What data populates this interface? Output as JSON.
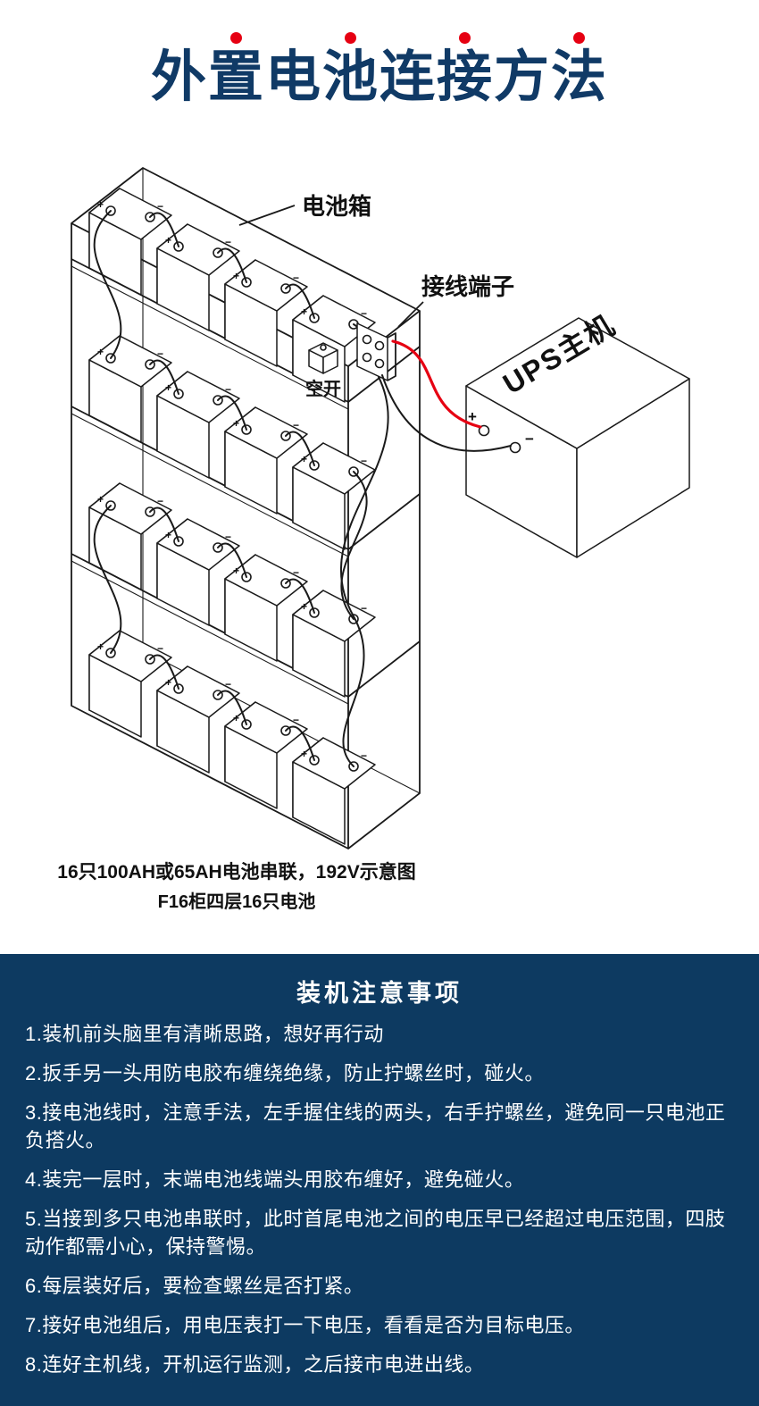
{
  "colors": {
    "navy": "#0d3a61",
    "title_navy": "#103a66",
    "red": "#e60012",
    "line": "#1a1a1a"
  },
  "title": {
    "text": "外置电池连接方法",
    "emphasis_dot_count": 4
  },
  "diagram": {
    "labels": {
      "battery_box": "电池箱",
      "terminal_block": "接线端子",
      "breaker": "空开",
      "ups": "UPS主机",
      "plus": "+",
      "minus": "−"
    },
    "battery_rows": 4,
    "batteries_per_row": 4,
    "caption_line1": "16只100AH或65AH电池串联，192V示意图",
    "caption_line2": "F16柜四层16只电池"
  },
  "notes": {
    "title": "装机注意事项",
    "items": [
      "1.装机前头脑里有清晰思路，想好再行动",
      "2.扳手另一头用防电胶布缠绕绝缘，防止拧螺丝时，碰火。",
      "3.接电池线时，注意手法，左手握住线的两头，右手拧螺丝，避免同一只电池正负搭火。",
      "4.装完一层时，末端电池线端头用胶布缠好，避免碰火。",
      "5.当接到多只电池串联时，此时首尾电池之间的电压早已经超过电压范围，四肢动作都需小心，保持警惕。",
      "6.每层装好后，要检查螺丝是否打紧。",
      "7.接好电池组后，用电压表打一下电压，看看是否为目标电压。",
      "8.连好主机线，开机运行监测，之后接市电进出线。"
    ]
  }
}
